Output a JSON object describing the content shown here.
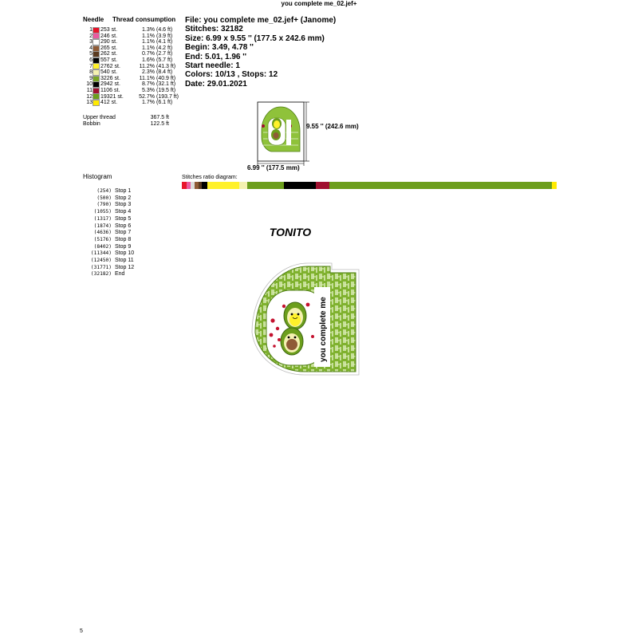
{
  "document": {
    "title": "you complete me_02.jef+",
    "page_number": "5"
  },
  "needles": {
    "headers": {
      "needle": "Needle",
      "thread": "Thread consumption"
    },
    "rows": [
      {
        "n": "1",
        "color": "#e8152b",
        "stitches": "253 st.",
        "pct": "1.3%",
        "len": "(4.6 ft)"
      },
      {
        "n": "2",
        "color": "#ea5aa0",
        "stitches": "246 st.",
        "pct": "1.1%",
        "len": "(3.9 ft)"
      },
      {
        "n": "3",
        "color": "#ffffff",
        "stitches": "290 st.",
        "pct": "1.1%",
        "len": "(4.1 ft)"
      },
      {
        "n": "4",
        "color": "#8f5b36",
        "stitches": "265 st.",
        "pct": "1.1%",
        "len": "(4.2 ft)"
      },
      {
        "n": "5",
        "color": "#5a3a20",
        "stitches": "262 st.",
        "pct": "0.7%",
        "len": "(2.7 ft)"
      },
      {
        "n": "6",
        "color": "#000000",
        "stitches": "557 st.",
        "pct": "1.6%",
        "len": "(5.7 ft)"
      },
      {
        "n": "7",
        "color": "#fff12a",
        "stitches": "2762 st.",
        "pct": "11.2%",
        "len": "(41.3 ft)"
      },
      {
        "n": "8",
        "color": "#f4f1b0",
        "stitches": "540 st.",
        "pct": "2.3%",
        "len": "(8.4 ft)"
      },
      {
        "n": "9",
        "color": "#7aa626",
        "stitches": "3226 st.",
        "pct": "11.1%",
        "len": "(40.9 ft)"
      },
      {
        "n": "10",
        "color": "#000000",
        "stitches": "2942 st.",
        "pct": "8.7%",
        "len": "(32.1 ft)"
      },
      {
        "n": "11",
        "color": "#a0102f",
        "stitches": "1106 st.",
        "pct": "5.3%",
        "len": "(19.5 ft)"
      },
      {
        "n": "12",
        "color": "#6c9e1c",
        "stitches": "19321 st.",
        "pct": "52.7%",
        "len": "(193.7 ft)"
      },
      {
        "n": "13",
        "color": "#ffea00",
        "stitches": "412 st.",
        "pct": "1.7%",
        "len": "(6.1 ft)"
      }
    ]
  },
  "thread_totals": [
    {
      "label": "Upper thread",
      "value": "367.5 ft"
    },
    {
      "label": "Bobbin",
      "value": "122.5 ft"
    }
  ],
  "info": [
    "File: you complete me_02.jef+  (Janome)",
    "Stitches: 32182",
    "Size: 6.99 x 9.55 '' (177.5 x 242.6 mm)",
    "Begin: 3.49, 4.78 ''",
    "End: 5.01, 1.96 ''",
    "Start needle: 1",
    "Colors: 10/13 , Stops: 12",
    "Date: 29.01.2021"
  ],
  "dimensions": {
    "height": "9.55 '' (242.6 mm)",
    "width": "6.99 '' (177.5 mm)"
  },
  "histogram": {
    "title": "Histogram",
    "rows": [
      {
        "count": "(254)",
        "label": "Stop 1"
      },
      {
        "count": "(500)",
        "label": "Stop 2"
      },
      {
        "count": "(790)",
        "label": "Stop 3"
      },
      {
        "count": "(1055)",
        "label": "Stop 4"
      },
      {
        "count": "(1317)",
        "label": "Stop 5"
      },
      {
        "count": "(1874)",
        "label": "Stop 6"
      },
      {
        "count": "(4636)",
        "label": "Stop 7"
      },
      {
        "count": "(5176)",
        "label": "Stop 8"
      },
      {
        "count": "(8402)",
        "label": "Stop 9"
      },
      {
        "count": "(11344)",
        "label": "Stop 10"
      },
      {
        "count": "(12450)",
        "label": "Stop 11"
      },
      {
        "count": "(31771)",
        "label": "Stop 12"
      },
      {
        "count": "(32182)",
        "label": "End"
      }
    ]
  },
  "ratio": {
    "label": "Stitches ratio diagram:",
    "segments": [
      {
        "color": "#e8152b",
        "share": 1.3
      },
      {
        "color": "#ea5aa0",
        "share": 1.1
      },
      {
        "color": "#dddddd",
        "share": 1.1
      },
      {
        "color": "#8f5b36",
        "share": 1.1
      },
      {
        "color": "#5a3a20",
        "share": 0.7
      },
      {
        "color": "#000000",
        "share": 1.6
      },
      {
        "color": "#fff12a",
        "share": 8.5
      },
      {
        "color": "#f4f1b0",
        "share": 2.3
      },
      {
        "color": "#6c9e1c",
        "share": 9.8
      },
      {
        "color": "#000000",
        "share": 8.7
      },
      {
        "color": "#a0102f",
        "share": 3.5
      },
      {
        "color": "#6c9e1c",
        "share": 60.0
      },
      {
        "color": "#ffea00",
        "share": 1.3
      }
    ]
  },
  "design": {
    "name": "TONITO",
    "text_on_design": "you complete me"
  }
}
